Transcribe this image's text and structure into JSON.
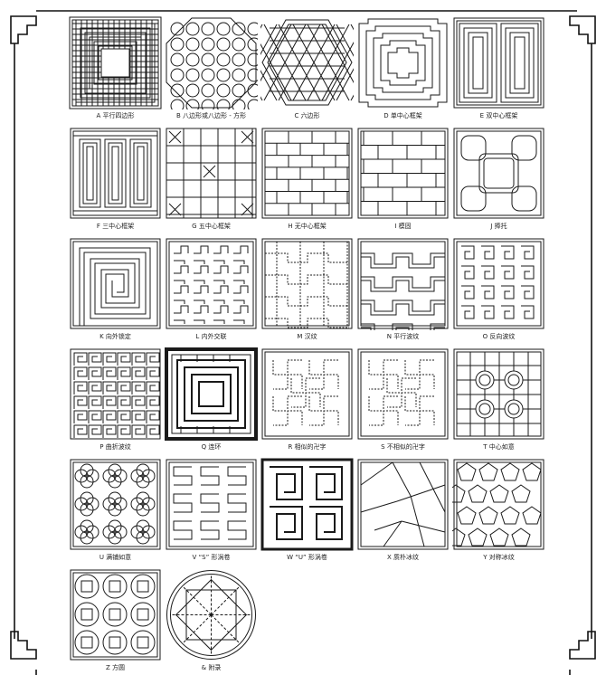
{
  "patterns": [
    {
      "letter": "A",
      "name": "平行四边形",
      "shape": "square",
      "kind": "square-rings"
    },
    {
      "letter": "B",
      "name": "八边形或八边形 - 方形",
      "shape": "octagon",
      "kind": "octagon-tiles"
    },
    {
      "letter": "C",
      "name": "六边形",
      "shape": "hexagon",
      "kind": "triangle-grid"
    },
    {
      "letter": "D",
      "name": "单中心框架",
      "shape": "stepped",
      "kind": "stepped-rings"
    },
    {
      "letter": "E",
      "name": "双中心框架",
      "shape": "square",
      "kind": "double-center"
    },
    {
      "letter": "F",
      "name": "三中心框架",
      "shape": "square",
      "kind": "triple-center"
    },
    {
      "letter": "G",
      "name": "五中心框架",
      "shape": "square",
      "kind": "five-center"
    },
    {
      "letter": "H",
      "name": "无中心框架",
      "shape": "square",
      "kind": "brick"
    },
    {
      "letter": "I",
      "name": "模固",
      "shape": "square",
      "kind": "brick-wide"
    },
    {
      "letter": "J",
      "name": "捧托",
      "shape": "square",
      "kind": "rounded-center"
    },
    {
      "letter": "K",
      "name": "向外锁定",
      "shape": "square",
      "kind": "spiral"
    },
    {
      "letter": "L",
      "name": "内外交联",
      "shape": "square",
      "kind": "interlock"
    },
    {
      "letter": "M",
      "name": "汉纹",
      "shape": "square",
      "kind": "han"
    },
    {
      "letter": "N",
      "name": "平行波纹",
      "shape": "square",
      "kind": "parallel-wave"
    },
    {
      "letter": "O",
      "name": "反向波纹",
      "shape": "square",
      "kind": "reverse-wave"
    },
    {
      "letter": "P",
      "name": "曲折波纹",
      "shape": "square",
      "kind": "meander"
    },
    {
      "letter": "Q",
      "name": "连环",
      "shape": "square",
      "kind": "linked-rings"
    },
    {
      "letter": "R",
      "name": "相似的卍字",
      "shape": "square",
      "kind": "wan"
    },
    {
      "letter": "S",
      "name": "不相似的卍字",
      "shape": "square",
      "kind": "wan"
    },
    {
      "letter": "T",
      "name": "中心如意",
      "shape": "square",
      "kind": "ruyi-center"
    },
    {
      "letter": "U",
      "name": "满铺如意",
      "shape": "square",
      "kind": "ruyi-full"
    },
    {
      "letter": "V",
      "name": "“S” 形涡卷",
      "shape": "square",
      "kind": "s-scroll"
    },
    {
      "letter": "W",
      "name": "“U” 形涡卷",
      "shape": "square",
      "kind": "u-scroll"
    },
    {
      "letter": "X",
      "name": "质朴冰纹",
      "shape": "square",
      "kind": "ice"
    },
    {
      "letter": "Y",
      "name": "对称冰纹",
      "shape": "square",
      "kind": "pentagon"
    },
    {
      "letter": "Z",
      "name": "方圆",
      "shape": "square",
      "kind": "coins"
    },
    {
      "letter": "&",
      "name": "附录",
      "shape": "circle",
      "kind": "knot"
    }
  ]
}
